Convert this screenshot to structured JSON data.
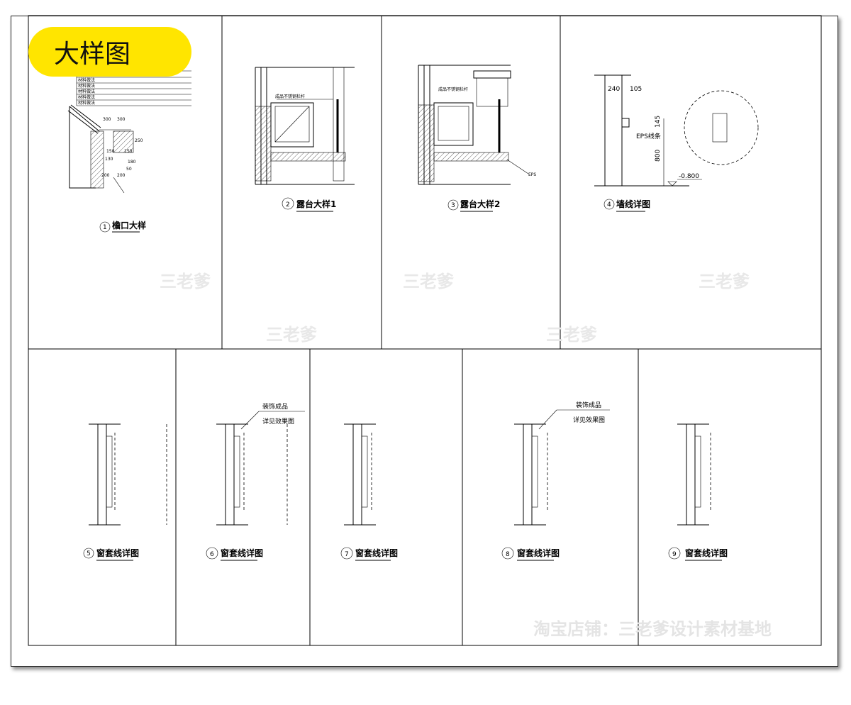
{
  "badge": {
    "label": "大样图",
    "color": "#ffe500"
  },
  "details": [
    {
      "num": "1",
      "title": "檐口大样",
      "dims": [
        "300",
        "300",
        "250",
        "150",
        "150",
        "180",
        "130",
        "200",
        "200",
        "50"
      ],
      "notes": [
        "材料做法",
        "材料做法",
        "材料做法",
        "材料做法",
        "材料做法"
      ]
    },
    {
      "num": "2",
      "title": "露台大样1",
      "note": "成品不锈钢栏杆"
    },
    {
      "num": "3",
      "title": "露台大样2",
      "note": "成品不锈钢栏杆",
      "eps": "EPS"
    },
    {
      "num": "4",
      "title": "墙线详图",
      "dims": [
        "240",
        "105",
        "145",
        "800"
      ],
      "elevation": "-0.800",
      "eps": "EPS线条"
    },
    {
      "num": "5",
      "title": "窗套线详图"
    },
    {
      "num": "6",
      "title": "窗套线详图",
      "note1": "装饰成品",
      "note2": "详见效果图"
    },
    {
      "num": "7",
      "title": "窗套线详图"
    },
    {
      "num": "8",
      "title": "窗套线详图",
      "note1": "装饰成品",
      "note2": "详见效果图"
    },
    {
      "num": "9",
      "title": "窗套线详图"
    }
  ],
  "watermark": {
    "text": "三老爹",
    "shop": "淘宝店铺：三老爹设计素材基地"
  }
}
